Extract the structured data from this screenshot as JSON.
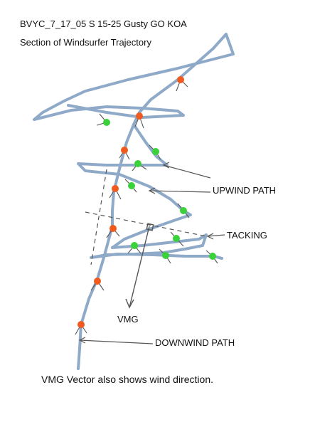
{
  "header": {
    "title": "BVYC_7_17_05  S 15-25 Gusty GO KOA",
    "subtitle": "Section of Windsurfer Trajectory"
  },
  "annotations": {
    "upwind_path": "UPWIND PATH",
    "tacking": "TACKING",
    "vmg": "VMG",
    "downwind_path": "DOWNWIND PATH"
  },
  "footer": {
    "caption": "VMG Vector also shows wind direction."
  },
  "legend_colors": {
    "track": "#8faac8",
    "tack_marker": "#f05a1e",
    "jibe_marker": "#3ad13a",
    "ink": "#555555"
  }
}
